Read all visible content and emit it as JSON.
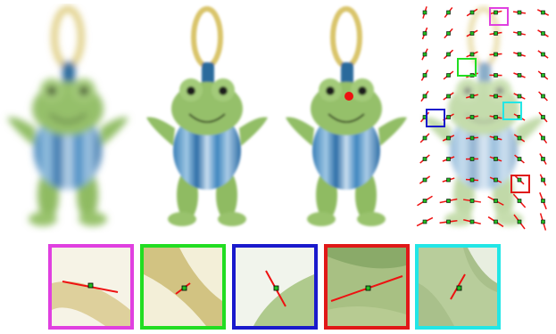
{
  "figure": {
    "panels": [
      {
        "id": "blurred-toy",
        "desc_icon": "frog-toy-image"
      },
      {
        "id": "sharp-toy",
        "desc_icon": "frog-toy-image"
      },
      {
        "id": "marked-toy",
        "desc_icon": "frog-toy-image"
      },
      {
        "id": "flow-field-toy",
        "desc_icon": "frog-toy-image"
      }
    ],
    "zoom_colors": [
      "#e040e0",
      "#22dd22",
      "#1a1acc",
      "#e01818",
      "#22e6e6"
    ],
    "marker_color": "#ee1111",
    "vector_color": "#ee1111",
    "point_color": "#22bb22"
  }
}
